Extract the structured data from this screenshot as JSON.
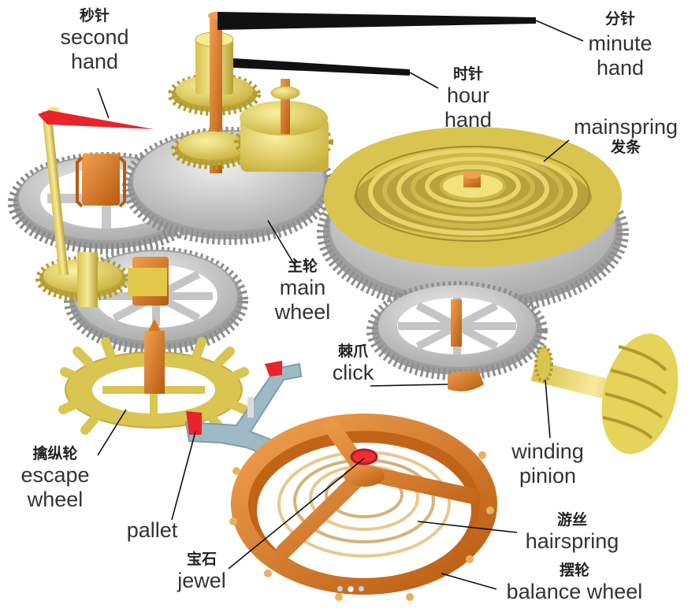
{
  "labels": {
    "second_hand": {
      "zh": "秒针",
      "en_line1": "second",
      "en_line2": "hand"
    },
    "minute_hand": {
      "zh": "分针",
      "en_line1": "minute",
      "en_line2": "hand"
    },
    "hour_hand": {
      "zh": "时针",
      "en_line1": "hour",
      "en_line2": "hand"
    },
    "mainspring": {
      "en": "mainspring",
      "zh": "发条"
    },
    "main_wheel": {
      "zh": "主轮",
      "en_line1": "main",
      "en_line2": "wheel"
    },
    "click": {
      "zh": "棘爪",
      "en": "click"
    },
    "winding_pinion": {
      "en_line1": "winding",
      "en_line2": "pinion"
    },
    "escape_wheel": {
      "zh": "擒纵轮",
      "en_line1": "escape",
      "en_line2": "wheel"
    },
    "pallet": {
      "en": "pallet"
    },
    "hairspring": {
      "zh": "游丝",
      "en": "hairspring"
    },
    "jewel": {
      "zh": "宝石",
      "en": "jewel"
    },
    "balance_wheel": {
      "zh": "摆轮",
      "en": "balance wheel"
    }
  },
  "colors": {
    "gear_gray": "#bdbdbd",
    "gear_yellow": "#e6d35a",
    "orange": "#d9771e",
    "hand_black": "#111111",
    "hand_red": "#e8232a",
    "pallet_blue": "#9db9c6",
    "brass": "#c9a93a"
  },
  "pager": {
    "count": 3,
    "active": 1
  }
}
